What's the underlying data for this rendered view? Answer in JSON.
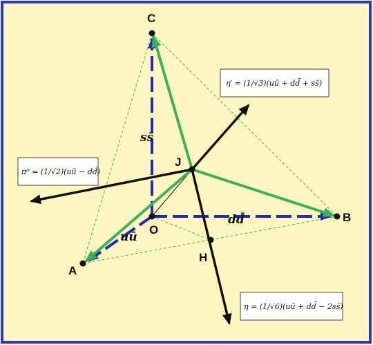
{
  "points": {
    "A": "A",
    "B": "B",
    "C": "C",
    "O": "O",
    "J": "J",
    "H": "H"
  },
  "axes": {
    "uu": "uū",
    "dd": "dd̄",
    "ss": "ss̄"
  },
  "equations": {
    "eta_prime": "η′ = (1/√3)(uū + dd̄ + ss̄)",
    "pi0": "π⁰ = (1/√2)(uū − dd̄)",
    "eta": "η = (1/√6)(uū + dd̄ − 2ss̄)"
  },
  "colors": {
    "background": "#fdf6c0",
    "frame": "#2f35c8",
    "axis_blue": "#2626b8",
    "green": "#3bb25a",
    "black": "#111111"
  }
}
